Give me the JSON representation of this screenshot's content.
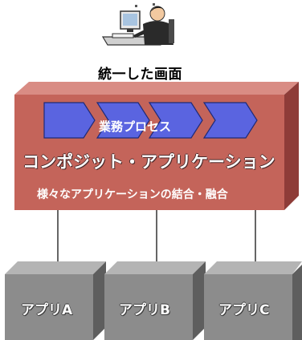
{
  "user_label": "統一した画面",
  "composite": {
    "process_label": "業務プロセス",
    "title": "コンポジット・アプリケーション",
    "subtitle": "様々なアプリケーションの結合・融合"
  },
  "apps": [
    {
      "label": "アプリA"
    },
    {
      "label": "アプリB"
    },
    {
      "label": "アプリC"
    }
  ],
  "colors": {
    "composite_front": "#c4645a",
    "composite_top": "#d98c84",
    "composite_side": "#8e3c38",
    "process_arrow": "#5a64e0",
    "app_front": "#8c8c8c",
    "app_top": "#b4b4b4",
    "app_side": "#5e5e5e"
  }
}
